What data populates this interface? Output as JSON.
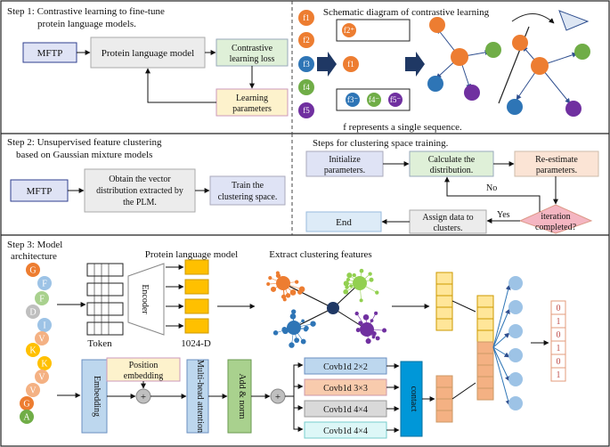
{
  "step1": {
    "title_line1": "Step 1: Contrastive learning to fine-tune",
    "title_line2": "protein language models.",
    "mftp": "MFTP",
    "plm": "Protein language model",
    "loss_line1": "Contrastive",
    "loss_line2": "learning loss",
    "params_line1": "Learning",
    "params_line2": "parameters"
  },
  "contrastive": {
    "title": "Schematic diagram of contrastive learning",
    "caption": "f represents a single sequence.",
    "f1": "f1",
    "f2": "f2",
    "f3": "f3",
    "f4": "f4",
    "f5": "f5",
    "f2p": "f2⁺",
    "f3m": "f3⁻",
    "f4m": "f4⁻",
    "f5m": "f5⁻"
  },
  "step2": {
    "title_line1": "Step 2: Unsupervised feature clustering",
    "title_line2": "based on Gaussian mixture models",
    "mftp": "MFTP",
    "vector_line1": "Obtain the vector",
    "vector_line2": "distribution extracted by",
    "vector_line3": "the PLM.",
    "train_line1": "Train the",
    "train_line2": "clustering space.",
    "flow_title": "Steps for clustering space training.",
    "init_line1": "Initialize",
    "init_line2": "parameters.",
    "calc_line1": "Calculate the",
    "calc_line2": "distribution.",
    "reest_line1": "Re-estimate",
    "reest_line2": "parameters.",
    "iter_line1": "iteration",
    "iter_line2": "completed?",
    "assign_line1": "Assign data to",
    "assign_line2": "clusters.",
    "end": "End",
    "no": "No",
    "yes": "Yes"
  },
  "step3": {
    "title_line1": "Step 3: Model",
    "title_line2": "architecture",
    "plm": "Protein language model",
    "extract": "Extract clustering features",
    "encoder": "Encoder",
    "token": "Token",
    "dim": "1024-D",
    "sequence": [
      "G",
      "F",
      "F",
      "D",
      "I",
      "V",
      "K",
      "K",
      "V",
      "V",
      "G",
      "A"
    ],
    "embedding": "Embedding",
    "pos_line1": "Position",
    "pos_line2": "embedding",
    "mha": "Multi-head attention",
    "addnorm": "Add & norm",
    "conv1": "Covb1d 2×2",
    "conv2": "Covb1d 3×3",
    "conv3": "Covb1d 4×4",
    "conv4": "Covb1d 4×4",
    "concat": "contact",
    "output": [
      "0",
      "1",
      "0",
      "1",
      "0",
      "1"
    ],
    "plus": "+"
  }
}
